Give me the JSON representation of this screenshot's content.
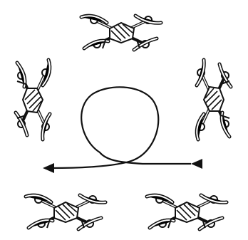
{
  "diagram": {
    "kind": "flight-maneuver-illustration",
    "ink_color": "#111111",
    "background": "#ffffff",
    "drones": [
      {
        "position": "top-center",
        "orientation": "horizontal"
      },
      {
        "position": "left",
        "orientation": "vertical"
      },
      {
        "position": "right",
        "orientation": "vertical"
      },
      {
        "position": "bottom-left",
        "orientation": "horizontal"
      },
      {
        "position": "bottom-right",
        "orientation": "horizontal"
      }
    ],
    "path": {
      "shape": "loop",
      "direction": "right-to-left",
      "arrowheads": [
        "left-end",
        "right-start"
      ]
    }
  }
}
